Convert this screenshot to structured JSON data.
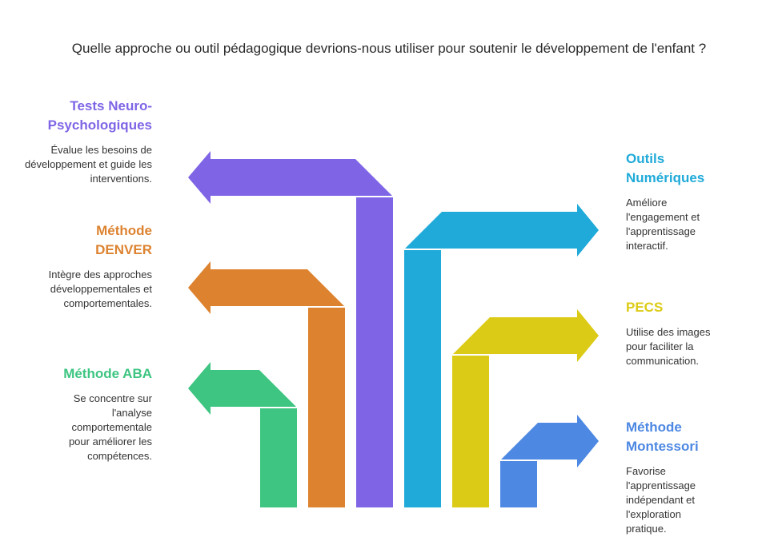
{
  "question": "Quelle approche ou outil pédagogique devrions-nous utiliser pour soutenir le développement de l'enfant ?",
  "items": [
    {
      "title": "Tests Neuro-Psychologiques",
      "description": "Évalue les besoins de développement et guide les interventions.",
      "color": "#7f65e6"
    },
    {
      "title": "Méthode DENVER",
      "description": "Intègre des approches développementales et comportementales.",
      "color": "#dd8330"
    },
    {
      "title": "Méthode ABA",
      "description": "Se concentre sur l'analyse comportementale pour améliorer les compétences.",
      "color": "#3dc581"
    },
    {
      "title": "Outils Numériques",
      "description": "Améliore l'engagement et l'apprentissage interactif.",
      "color": "#1faad9"
    },
    {
      "title": "PECS",
      "description": "Utilise des images pour faciliter la communication.",
      "color": "#dccb16"
    },
    {
      "title": "Méthode Montessori",
      "description": "Favorise l'apprentissage indépendant et l'exploration pratique.",
      "color": "#4d88e3"
    }
  ]
}
